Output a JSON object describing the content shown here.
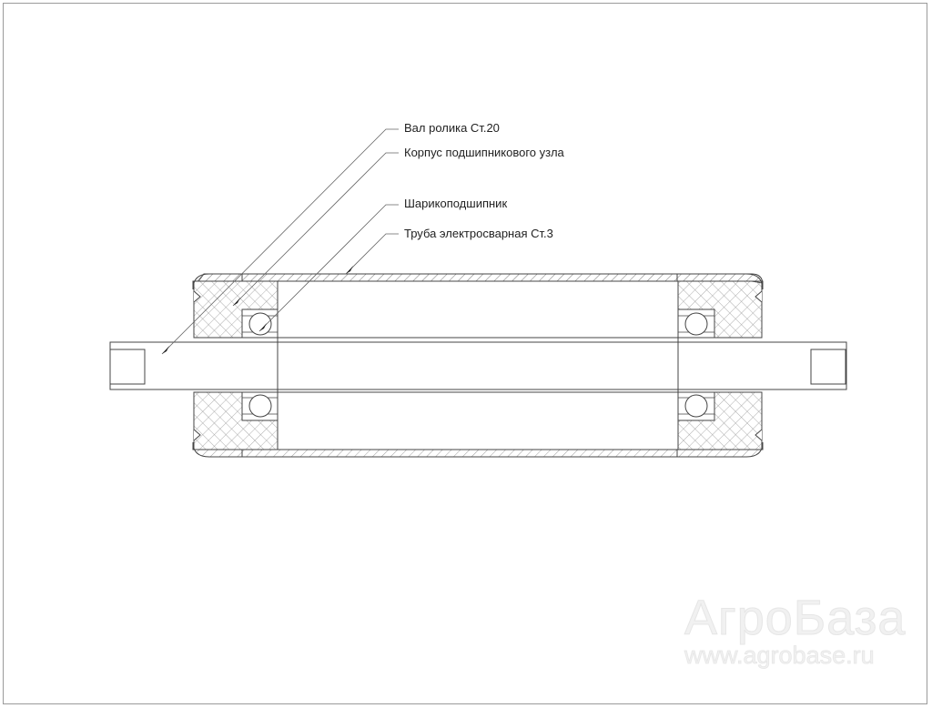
{
  "diagram": {
    "type": "cross-section",
    "subject": "conveyor roller"
  },
  "labels": [
    {
      "id": "shaft",
      "text": "Вал ролика Ст.20"
    },
    {
      "id": "housing",
      "text": "Корпус подшипникового узла"
    },
    {
      "id": "bearing",
      "text": "Шарикоподшипник"
    },
    {
      "id": "tube",
      "text": "Труба электросварная Ст.3"
    }
  ],
  "watermark": {
    "title": "АгроБаза",
    "url": "www.agrobase.ru"
  },
  "colors": {
    "line": "#333333",
    "hatch": "#888888",
    "frame": "#9a9a9a",
    "watermark": "#eeeeee"
  }
}
